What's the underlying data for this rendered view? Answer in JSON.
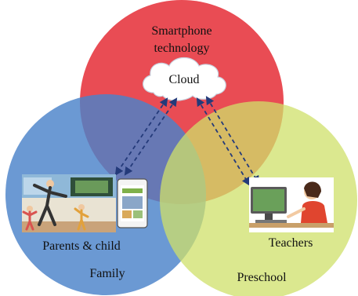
{
  "circles": {
    "top": {
      "label_line1": "Smartphone",
      "label_line2": "technology",
      "color": "#e8424b"
    },
    "left": {
      "label": "Family",
      "color": "#5b8fd0"
    },
    "right": {
      "label": "Preschool",
      "color": "#cfe06a"
    }
  },
  "cloud": {
    "label": "Cloud"
  },
  "actors": {
    "parents": {
      "label": "Parents & child"
    },
    "teachers": {
      "label": "Teachers"
    }
  }
}
